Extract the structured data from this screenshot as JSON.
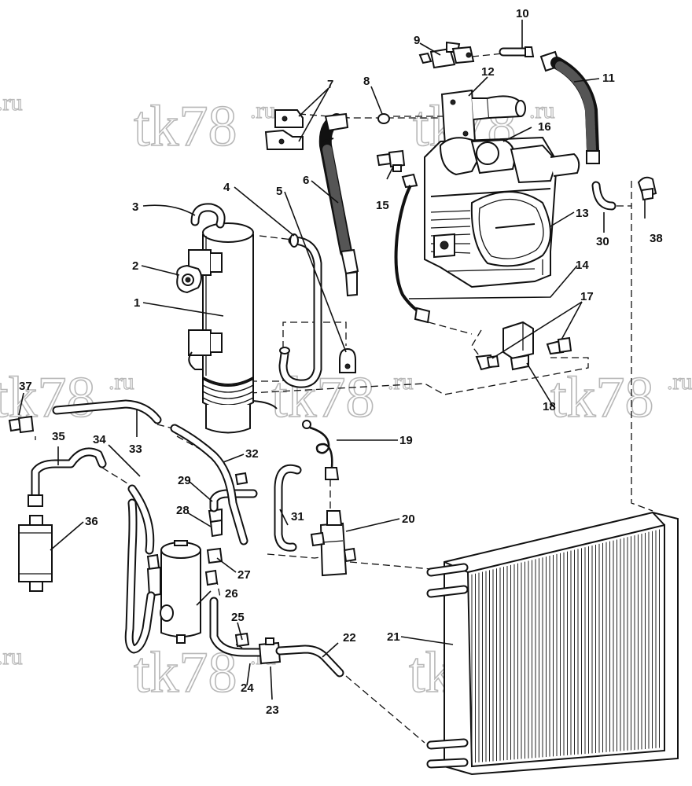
{
  "watermark": {
    "text": "tk78",
    "suffix": ".ru"
  },
  "labels": {
    "n1": "1",
    "n2": "2",
    "n3": "3",
    "n4": "4",
    "n5": "5",
    "n6": "6",
    "n7": "7",
    "n8": "8",
    "n9": "9",
    "n10": "10",
    "n11": "11",
    "n12": "12",
    "n13": "13",
    "n14": "14",
    "n15": "15",
    "n16": "16",
    "n17": "17",
    "n18": "18",
    "n19": "19",
    "n20": "20",
    "n21": "21",
    "n22": "22",
    "n23": "23",
    "n24": "24",
    "n25": "25",
    "n26": "26",
    "n27": "27",
    "n28": "28",
    "n29": "29",
    "n30": "30",
    "n31": "31",
    "n32": "32",
    "n33": "33",
    "n34": "34",
    "n35": "35",
    "n36": "36",
    "n37": "37",
    "n38": "38"
  }
}
